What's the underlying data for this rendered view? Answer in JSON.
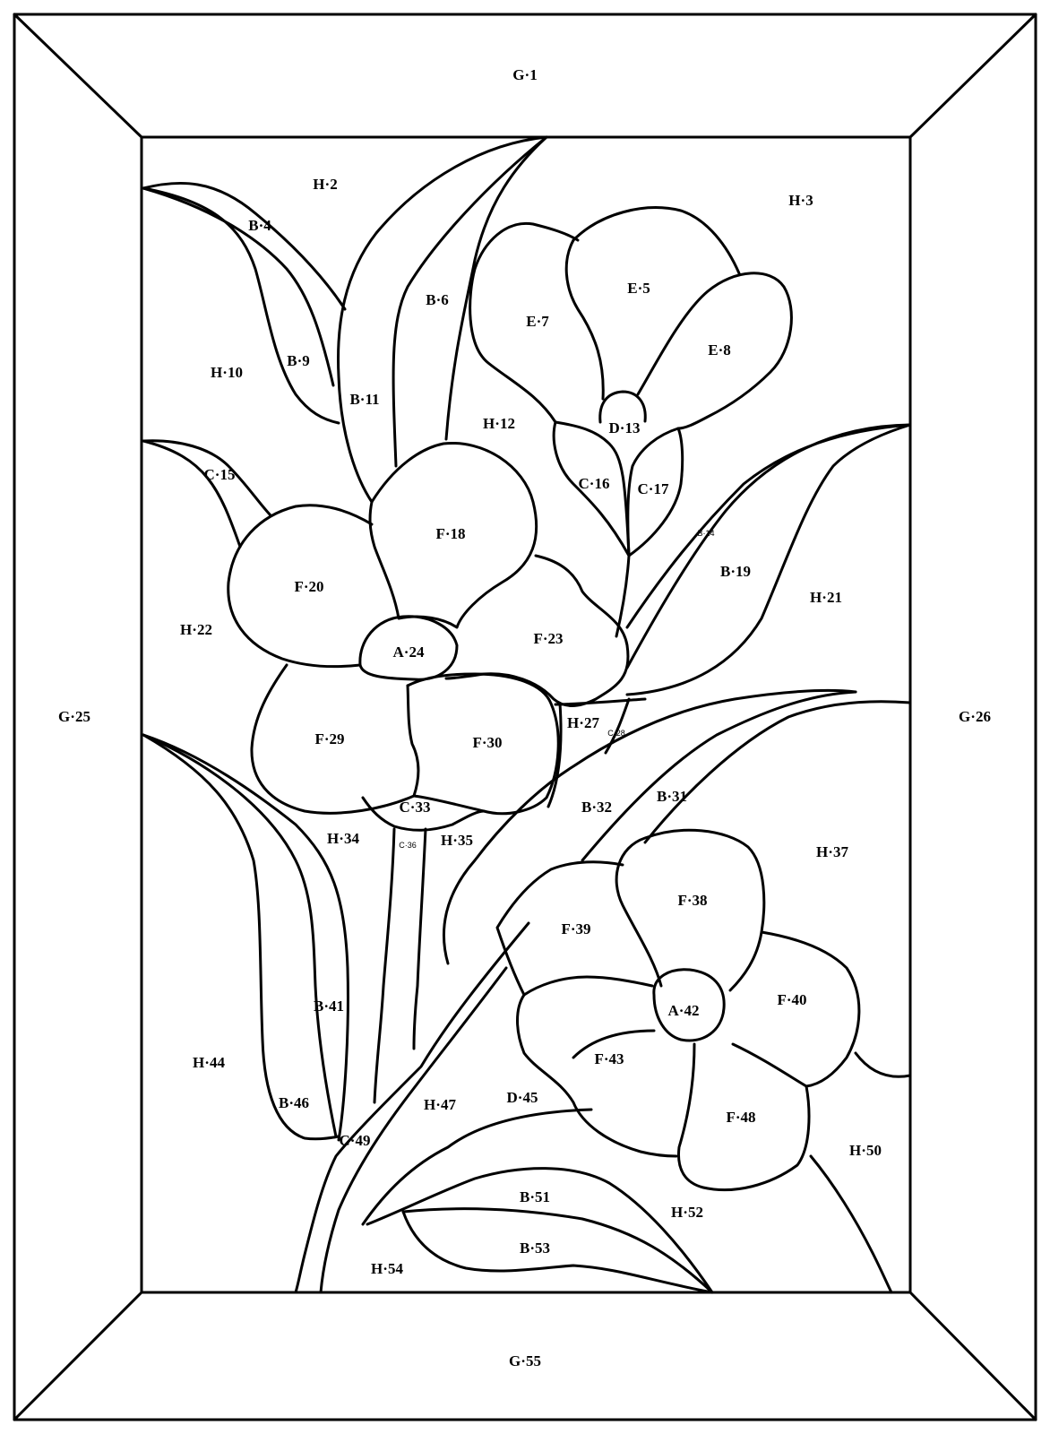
{
  "pattern": {
    "pieces": [
      {
        "id": "g1",
        "text": "G·1"
      },
      {
        "id": "h2",
        "text": "H·2"
      },
      {
        "id": "h3",
        "text": "H·3"
      },
      {
        "id": "b4",
        "text": "B·4"
      },
      {
        "id": "e5",
        "text": "E·5"
      },
      {
        "id": "b6",
        "text": "B·6"
      },
      {
        "id": "e7",
        "text": "E·7"
      },
      {
        "id": "e8",
        "text": "E·8"
      },
      {
        "id": "b9",
        "text": "B·9"
      },
      {
        "id": "h10",
        "text": "H·10"
      },
      {
        "id": "b11",
        "text": "B·11"
      },
      {
        "id": "h12",
        "text": "H·12"
      },
      {
        "id": "d13",
        "text": "D·13"
      },
      {
        "id": "b14",
        "text": "B·14"
      },
      {
        "id": "c15",
        "text": "C·15"
      },
      {
        "id": "c16",
        "text": "C·16"
      },
      {
        "id": "c17",
        "text": "C·17"
      },
      {
        "id": "f18",
        "text": "F·18"
      },
      {
        "id": "b19",
        "text": "B·19"
      },
      {
        "id": "f20",
        "text": "F·20"
      },
      {
        "id": "h21",
        "text": "H·21"
      },
      {
        "id": "h22",
        "text": "H·22"
      },
      {
        "id": "f23",
        "text": "F·23"
      },
      {
        "id": "a24",
        "text": "A·24"
      },
      {
        "id": "g25",
        "text": "G·25"
      },
      {
        "id": "g26",
        "text": "G·26"
      },
      {
        "id": "h27",
        "text": "H·27"
      },
      {
        "id": "c28",
        "text": "C·28"
      },
      {
        "id": "f29",
        "text": "F·29"
      },
      {
        "id": "f30",
        "text": "F·30"
      },
      {
        "id": "b31",
        "text": "B·31"
      },
      {
        "id": "b32",
        "text": "B·32"
      },
      {
        "id": "c33",
        "text": "C·33"
      },
      {
        "id": "h34",
        "text": "H·34"
      },
      {
        "id": "h35",
        "text": "H·35"
      },
      {
        "id": "c36",
        "text": "C·36"
      },
      {
        "id": "h37",
        "text": "H·37"
      },
      {
        "id": "f38",
        "text": "F·38"
      },
      {
        "id": "f39",
        "text": "F·39"
      },
      {
        "id": "f40",
        "text": "F·40"
      },
      {
        "id": "b41",
        "text": "B·41"
      },
      {
        "id": "a42",
        "text": "A·42"
      },
      {
        "id": "f43",
        "text": "F·43"
      },
      {
        "id": "h44",
        "text": "H·44"
      },
      {
        "id": "d45",
        "text": "D·45"
      },
      {
        "id": "b46",
        "text": "B·46"
      },
      {
        "id": "h47",
        "text": "H·47"
      },
      {
        "id": "f48",
        "text": "F·48"
      },
      {
        "id": "c49",
        "text": "C·49"
      },
      {
        "id": "h50",
        "text": "H·50"
      },
      {
        "id": "b51",
        "text": "B·51"
      },
      {
        "id": "h52",
        "text": "H·52"
      },
      {
        "id": "b53",
        "text": "B·53"
      },
      {
        "id": "h54",
        "text": "H·54"
      },
      {
        "id": "g55",
        "text": "G·55"
      }
    ]
  }
}
